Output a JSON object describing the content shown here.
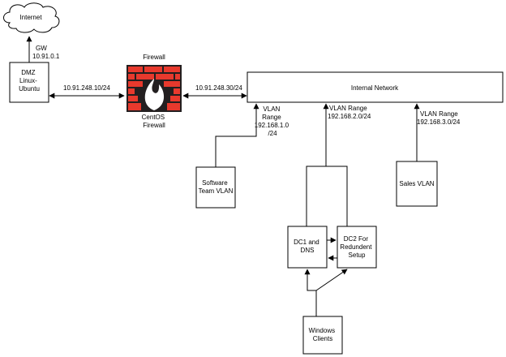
{
  "colors": {
    "firewall_red": "#e8392d",
    "firewall_dark": "#231f20",
    "line": "#000000",
    "background": "#ffffff"
  },
  "icons": {
    "internet": "cloud-icon",
    "firewall": "firewall-brick-icon"
  },
  "nodes": {
    "internet": {
      "label": [
        "Internet"
      ]
    },
    "dmz": {
      "label": [
        "DMZ",
        "Linux-",
        "Ubuntu"
      ]
    },
    "firewall": {
      "title": [
        "Firewall"
      ],
      "caption": [
        "CentOS",
        "Firewall"
      ]
    },
    "internal_network": {
      "label": [
        "Internal Network"
      ]
    },
    "software_vlan": {
      "label": [
        "Software",
        "Team VLAN"
      ]
    },
    "sales_vlan": {
      "label": [
        "Sales VLAN"
      ]
    },
    "dc1": {
      "label": [
        "DC1 and",
        "DNS"
      ]
    },
    "dc2": {
      "label": [
        "DC2 For",
        "Redundent",
        "Setup"
      ]
    },
    "windows_clients": {
      "label": [
        "Windows",
        "Clients"
      ]
    }
  },
  "edge_labels": {
    "gw": [
      "GW",
      "10.91.0.1"
    ],
    "dmz_firewall": [
      "10.91.248.10/24"
    ],
    "firewall_internal": [
      "10.91.248.30/24"
    ],
    "software_range": [
      "VLAN",
      "Range",
      "192.168.1.0",
      "/24"
    ],
    "dc_range": [
      "VLAN Range",
      "192.168.2.0/24"
    ],
    "sales_range": [
      "VLAN Range",
      "192.168.3.0/24"
    ]
  }
}
